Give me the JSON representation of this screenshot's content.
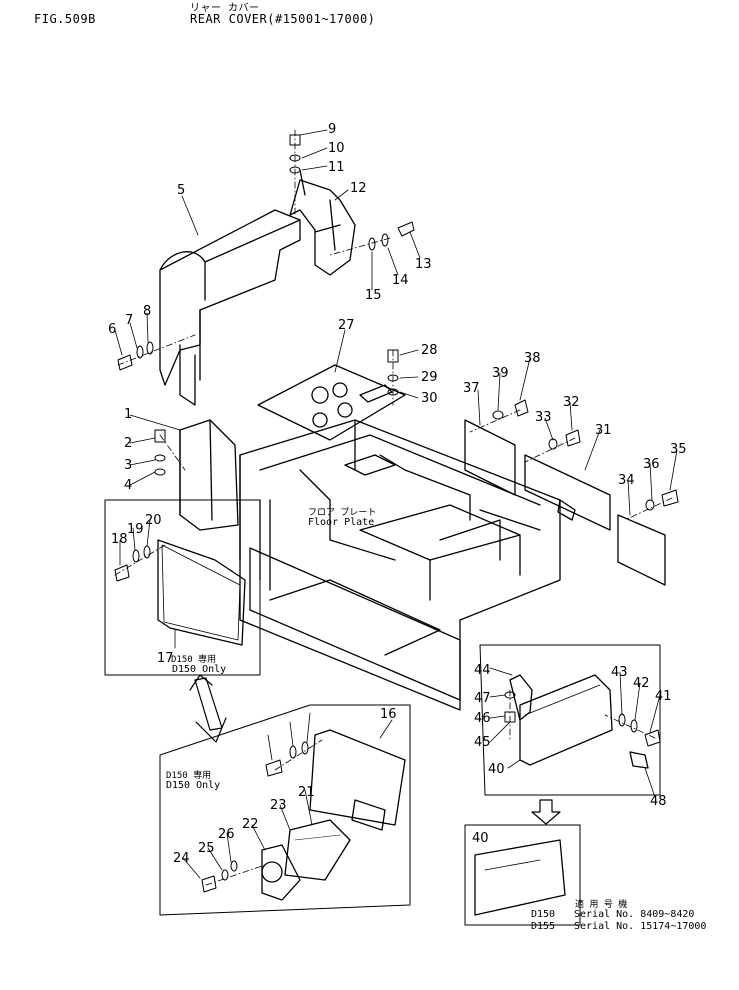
{
  "header": {
    "fig": "FIG.509B",
    "jp_title": "リャー カバー",
    "title": "REAR COVER(#15001~17000)"
  },
  "labels": {
    "floor_plate_jp": "フロア プレート",
    "floor_plate": "Floor Plate",
    "d150_jp_1": "D150 専用",
    "d150_only_1": "D150 Only",
    "d150_jp_2": "D150 専用",
    "d150_only_2": "D150 Only",
    "applicable_jp": "適 用 号 機",
    "serial_d150_model": "D150",
    "serial_d150": "Serial No. 8409~8420",
    "serial_d155_model": "D155",
    "serial_d155": "Serial No. 15174~17000"
  },
  "callouts": [
    "1",
    "2",
    "3",
    "4",
    "5",
    "6",
    "7",
    "8",
    "9",
    "10",
    "11",
    "12",
    "13",
    "14",
    "15",
    "16",
    "17",
    "18",
    "19",
    "20",
    "21",
    "22",
    "23",
    "24",
    "25",
    "26",
    "27",
    "28",
    "29",
    "30",
    "31",
    "32",
    "33",
    "34",
    "35",
    "36",
    "37",
    "38",
    "39",
    "40",
    "41",
    "42",
    "43",
    "44",
    "45",
    "46",
    "47",
    "48"
  ],
  "colors": {
    "ink": "#000000",
    "paper": "#ffffff"
  }
}
